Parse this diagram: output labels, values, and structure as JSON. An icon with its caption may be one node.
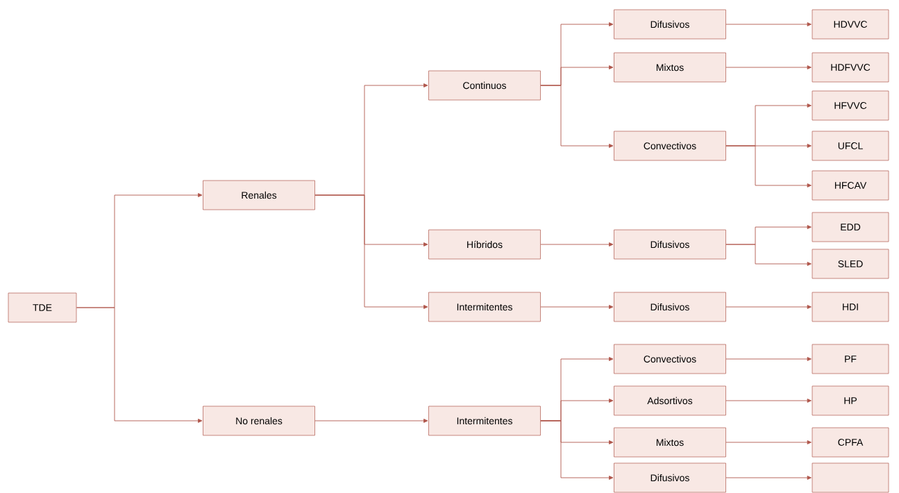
{
  "diagram": {
    "nodes": [
      {
        "text": [
          "TDE"
        ]
      },
      {
        "text": [
          "Renales"
        ]
      },
      {
        "text": [
          "No renales"
        ]
      },
      {
        "text": [
          "Continuos"
        ]
      },
      {
        "text": [
          "Híbridos"
        ]
      },
      {
        "text": [
          "Intermitentes"
        ]
      },
      {
        "text": [
          "Intermitentes"
        ]
      },
      {
        "text": [
          "Difusivos"
        ]
      },
      {
        "text": [
          "Mixtos"
        ]
      },
      {
        "text": [
          "Convectivos"
        ]
      },
      {
        "text": [
          "Difusivos"
        ]
      },
      {
        "text": [
          "Difusivos"
        ]
      },
      {
        "text": [
          "Convectivos"
        ]
      },
      {
        "text": [
          "Adsortivos"
        ]
      },
      {
        "text": [
          "Mixtos"
        ]
      },
      {
        "text": [
          "Difusivos"
        ]
      },
      {
        "text": [
          "HDVVC"
        ]
      },
      {
        "text": [
          "HDFVVC"
        ]
      },
      {
        "text": [
          "HFVVC"
        ]
      },
      {
        "text": [
          "UFCL"
        ]
      },
      {
        "text": [
          "HFCAV"
        ]
      },
      {
        "text": [
          "EDD"
        ]
      },
      {
        "text": [
          "SLED"
        ]
      },
      {
        "text": [
          "HDI"
        ]
      },
      {
        "text": [
          "PF"
        ]
      },
      {
        "text": [
          "HP"
        ]
      },
      {
        "text": [
          "CPFA"
        ]
      },
      {
        "text": [],
        "shape": "box"
      }
    ],
    "edges": [
      {
        "from": 0,
        "to": 1,
        "arrow": "to"
      },
      {
        "from": 0,
        "to": 2,
        "arrow": "to"
      },
      {
        "from": 1,
        "to": 3,
        "arrow": "to"
      },
      {
        "from": 1,
        "to": 4,
        "arrow": "to"
      },
      {
        "from": 1,
        "to": 5,
        "arrow": "to"
      },
      {
        "from": 2,
        "to": 6,
        "arrow": "to"
      },
      {
        "from": 3,
        "to": 7,
        "arrow": "to"
      },
      {
        "from": 3,
        "to": 8,
        "arrow": "to"
      },
      {
        "from": 3,
        "to": 9,
        "arrow": "to"
      },
      {
        "from": 4,
        "to": 10,
        "arrow": "to"
      },
      {
        "from": 5,
        "to": 11,
        "arrow": "to"
      },
      {
        "from": 6,
        "to": 12,
        "arrow": "to"
      },
      {
        "from": 6,
        "to": 13,
        "arrow": "to"
      },
      {
        "from": 6,
        "to": 14,
        "arrow": "to"
      },
      {
        "from": 6,
        "to": 15,
        "arrow": "to"
      },
      {
        "from": 7,
        "to": 16,
        "arrow": "to"
      },
      {
        "from": 8,
        "to": 17,
        "arrow": "to"
      },
      {
        "from": 9,
        "to": 18,
        "arrow": "to"
      },
      {
        "from": 9,
        "to": 19,
        "arrow": "to"
      },
      {
        "from": 9,
        "to": 20,
        "arrow": "to"
      },
      {
        "from": 10,
        "to": 21,
        "arrow": "to"
      },
      {
        "from": 10,
        "to": 22,
        "arrow": "to"
      },
      {
        "from": 11,
        "to": 23,
        "arrow": "to"
      },
      {
        "from": 12,
        "to": 24,
        "arrow": "to"
      },
      {
        "from": 13,
        "to": 25,
        "arrow": "to"
      },
      {
        "from": 14,
        "to": 26,
        "arrow": "to"
      },
      {
        "from": 15,
        "to": 27,
        "arrow": "to"
      }
    ]
  }
}
